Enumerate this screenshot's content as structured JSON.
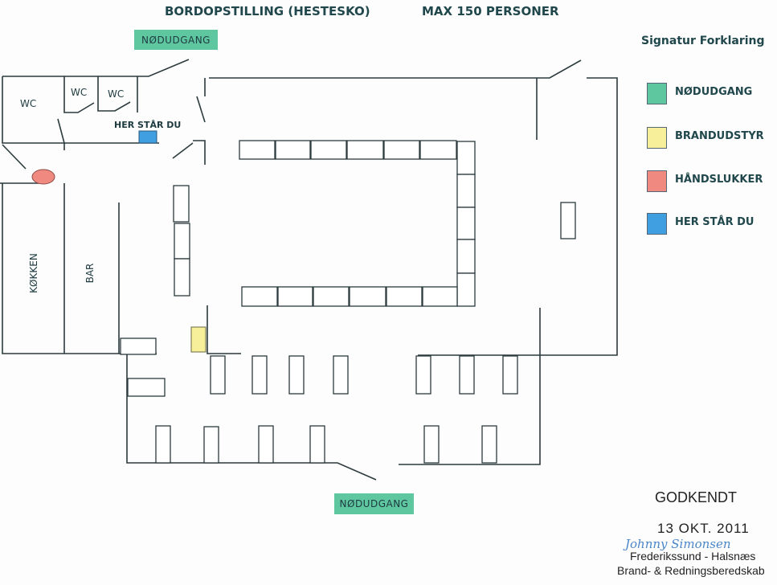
{
  "header": {
    "title": "BORDOPSTILLING (HESTESKO)",
    "capacity": "MAX 150 PERSONER"
  },
  "exits": {
    "top": "NØDUDGANG",
    "bottom": "NØDUDGANG"
  },
  "rooms": {
    "wc1": "WC",
    "wc2": "WC",
    "wc3": "WC",
    "kitchen": "KØKKEN",
    "bar": "BAR",
    "you_are_here": "HER STÅR DU"
  },
  "legend": {
    "title": "Signatur Forklaring",
    "items": [
      {
        "label": "NØDUDGANG",
        "color": "#5fc7a0"
      },
      {
        "label": "BRANDUDSTYR",
        "color": "#f7ef9a"
      },
      {
        "label": "HÅNDSLUKKER",
        "color": "#f08a80"
      },
      {
        "label": "HER STÅR DU",
        "color": "#3f9fe0"
      }
    ]
  },
  "approval": {
    "status": "GODKENDT",
    "date": "13 OKT. 2011",
    "signature": "Johnny Simonsen",
    "authority_line1": "Frederikssund - Halsnæs",
    "authority_line2": "Brand- & Redningsberedskab"
  }
}
